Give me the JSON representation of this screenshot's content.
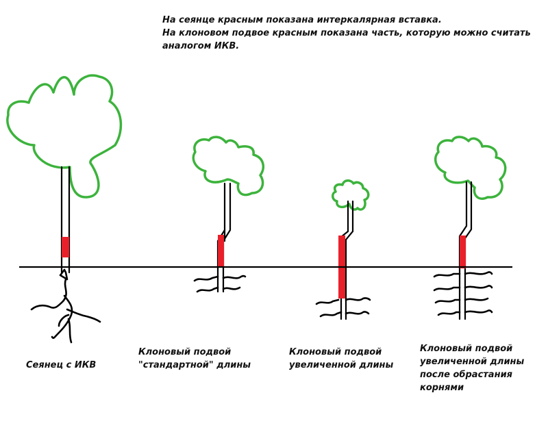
{
  "note": {
    "line1": "На сеянце красным показана интеркалярная вставка.",
    "line2": "На клоновом подвое красным показана часть, которую можно считать",
    "line3": "аналогом ИКВ."
  },
  "trees": [
    {
      "lines": [
        "Сеянец с ИКВ"
      ]
    },
    {
      "lines": [
        "Клоновый подвой",
        "\"стандартной\" длины"
      ]
    },
    {
      "lines": [
        "Клоновый подвой",
        "увеличенной длины"
      ]
    },
    {
      "lines": [
        "Клоновый подвой",
        "увеличенной длины",
        "после обрастания",
        "корнями"
      ]
    }
  ],
  "colors": {
    "crown": "#3cb33c",
    "insert": "#e8202a",
    "stem": "#000000",
    "ground": "#000000"
  }
}
